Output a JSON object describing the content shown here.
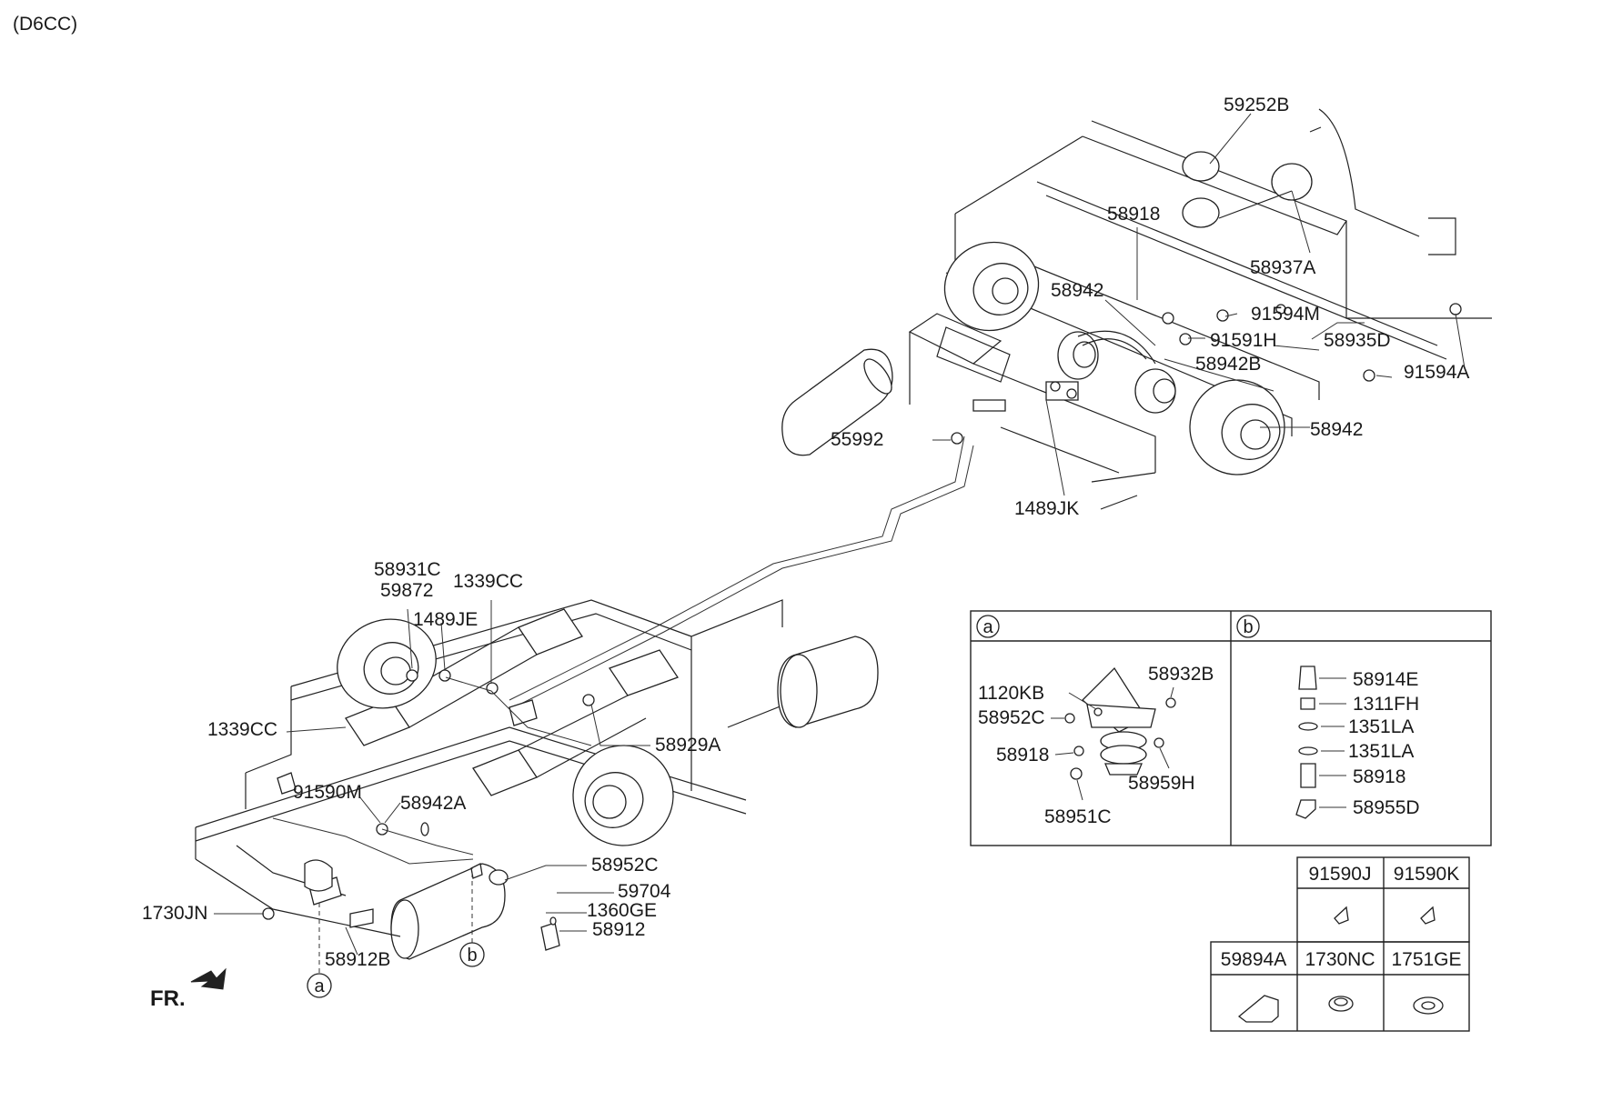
{
  "engine_code": "(D6CC)",
  "front_label": "FR.",
  "markers": {
    "a": "a",
    "b": "b"
  },
  "callouts": {
    "c59252B": "59252B",
    "c58918_top": "58918",
    "c58937A": "58937A",
    "c58942_upper": "58942",
    "c91594M": "91594M",
    "c91591H": "91591H",
    "c58935D": "58935D",
    "c58942B": "58942B",
    "c91594A": "91594A",
    "c55992": "55992",
    "c58942_lower": "58942",
    "c1489JK": "1489JK",
    "c58931C": "58931C",
    "c59872": "59872",
    "c1339CC_top": "1339CC",
    "c1489JE": "1489JE",
    "c1339CC_left": "1339CC",
    "c58929A": "58929A",
    "c91590M": "91590M",
    "c58942A": "58942A",
    "c58952C": "58952C",
    "c59704": "59704",
    "c1360GE": "1360GE",
    "c58912": "58912",
    "c1730JN": "1730JN",
    "c58912B": "58912B"
  },
  "detail_a": {
    "header": "a",
    "items": {
      "i1120KB": "1120KB",
      "i58932B": "58932B",
      "i58952C": "58952C",
      "i58918": "58918",
      "i58959H": "58959H",
      "i58951C": "58951C"
    }
  },
  "detail_b": {
    "header": "b",
    "items": {
      "i58914E": "58914E",
      "i1311FH": "1311FH",
      "i1351LA_1": "1351LA",
      "i1351LA_2": "1351LA",
      "i58918": "58918",
      "i58955D": "58955D"
    }
  },
  "parts_table": {
    "top_row": [
      "91590J",
      "91590K"
    ],
    "bottom_row": [
      "59894A",
      "1730NC",
      "1751GE"
    ]
  }
}
